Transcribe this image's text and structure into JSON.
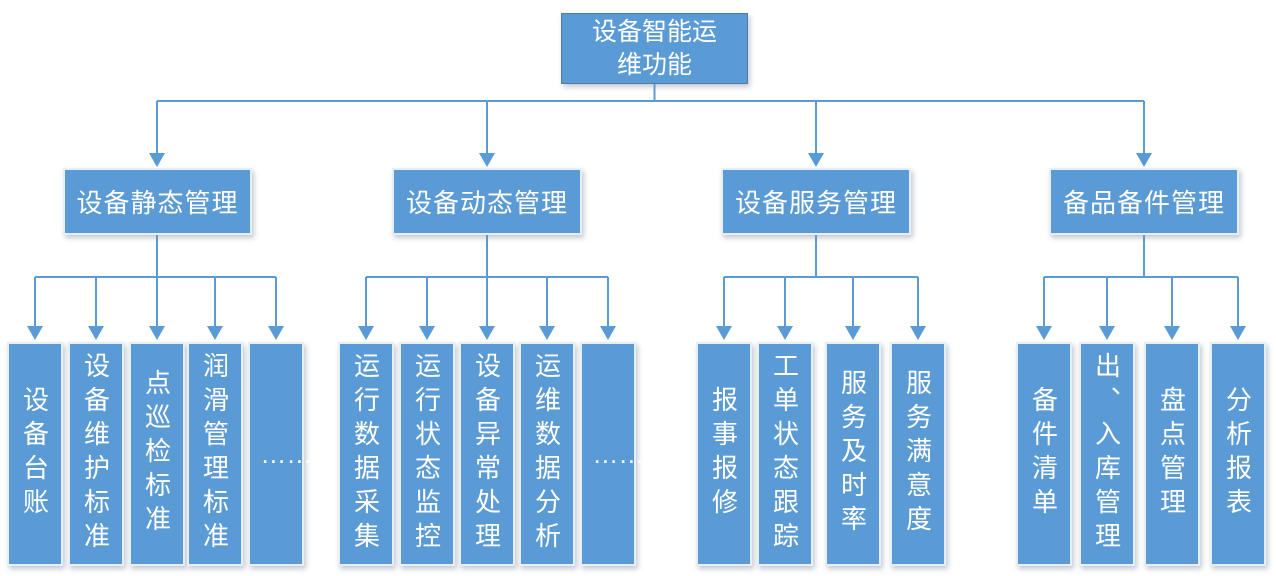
{
  "title": "设备智能运维功能",
  "colors": {
    "box_fill": "#5b9bd5",
    "connector": "#5b9bd5",
    "text": "#ffffff"
  },
  "root": {
    "label": "设备智能运\n维功能"
  },
  "groups": [
    {
      "label": "设备静态管理",
      "children": [
        "设备台账",
        "设备维护标准",
        "点巡检标准",
        "润滑管理标准",
        "……"
      ]
    },
    {
      "label": "设备动态管理",
      "children": [
        "运行数据采集",
        "运行状态监控",
        "设备异常处理",
        "运维数据分析",
        "……"
      ]
    },
    {
      "label": "设备服务管理",
      "children": [
        "报事报修",
        "工单状态跟踪",
        "服务及时率",
        "服务满意度"
      ]
    },
    {
      "label": "备品备件管理",
      "children": [
        "备件清单",
        "出、入库管理",
        "盘点管理",
        "分析报表"
      ]
    }
  ]
}
